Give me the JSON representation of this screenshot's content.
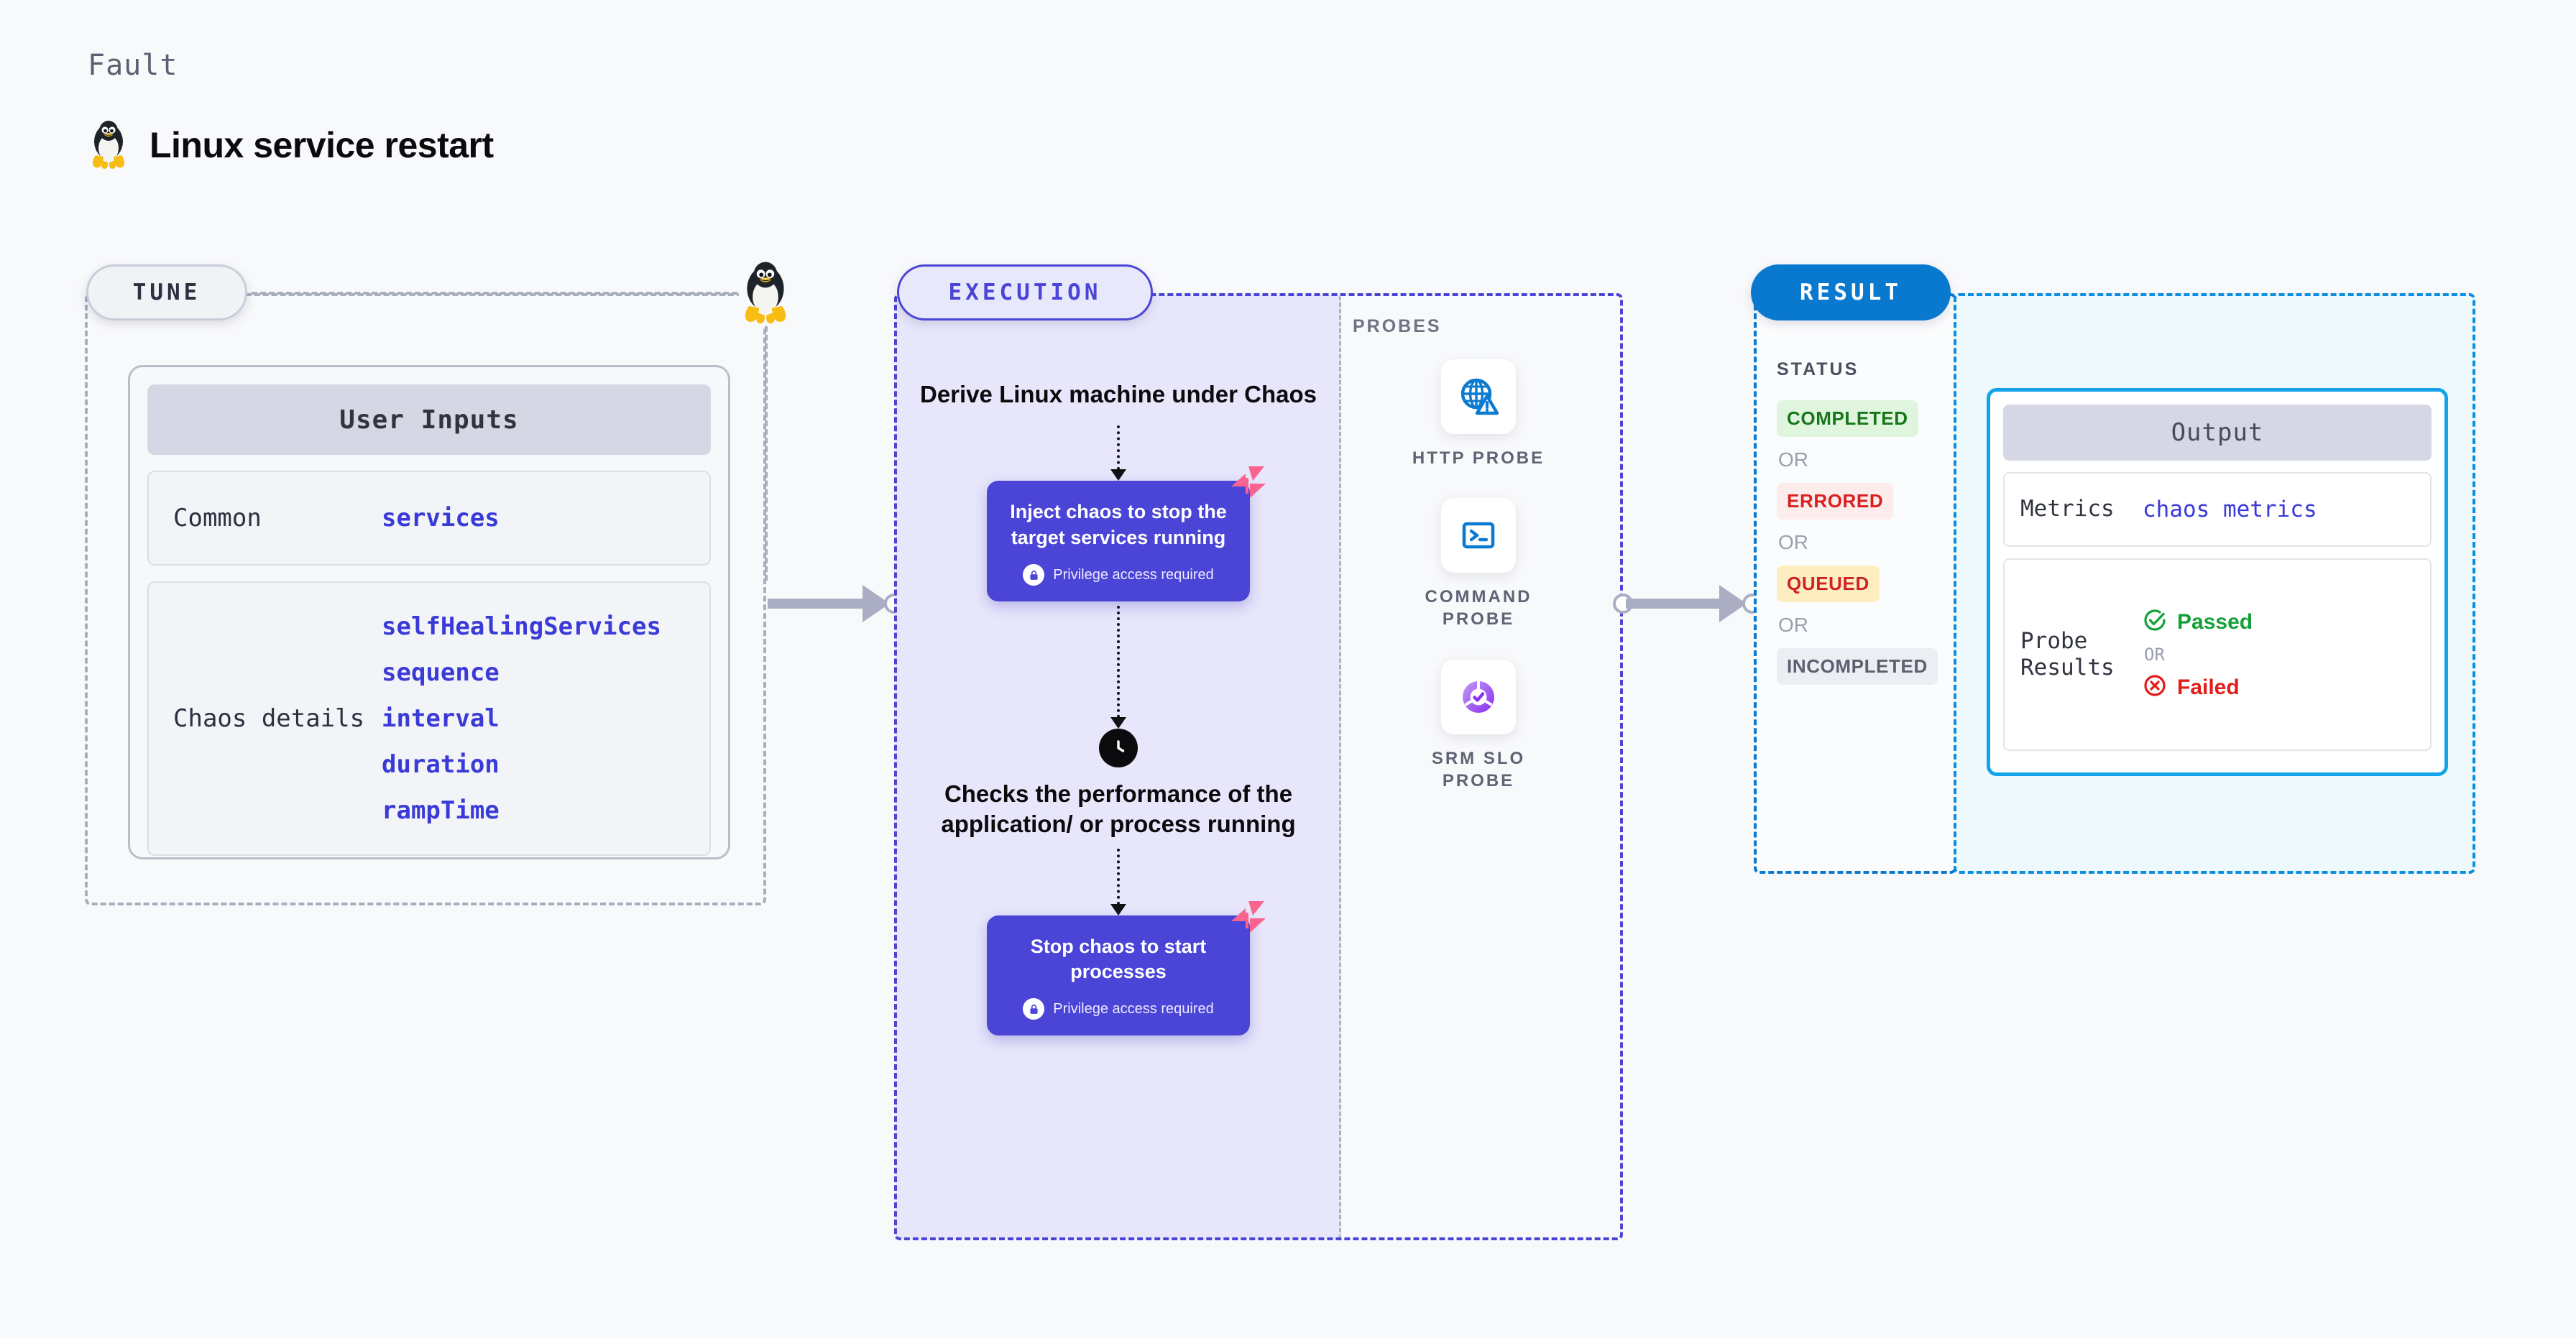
{
  "header": {
    "kicker": "Fault",
    "title": "Linux service restart",
    "icon": "linux-penguin-icon"
  },
  "sections": {
    "tune": {
      "chip_label": "TUNE"
    },
    "execution": {
      "chip_label": "EXECUTION"
    },
    "probes": {
      "label": "PROBES"
    },
    "result": {
      "chip_label": "RESULT"
    }
  },
  "user_inputs": {
    "title": "User Inputs",
    "rows": [
      {
        "label": "Common",
        "values": [
          "services"
        ]
      },
      {
        "label": "Chaos details",
        "values": [
          "selfHealingServices",
          "sequence",
          "interval",
          "duration",
          "rampTime"
        ]
      }
    ]
  },
  "execution": {
    "heading": "Derive Linux machine under Chaos",
    "step_inject": {
      "title": "Inject chaos to stop the target services running",
      "privilege": "Privilege access required",
      "privilege_icon": "lock-icon",
      "badge_icon": "harness-mark-icon"
    },
    "check_step": {
      "icon": "clock-icon",
      "text": "Checks the performance of the application/ or process running"
    },
    "step_stop": {
      "title": "Stop chaos to start processes",
      "privilege": "Privilege access required",
      "privilege_icon": "lock-icon",
      "badge_icon": "harness-mark-icon"
    }
  },
  "probes": [
    {
      "name": "HTTP PROBE",
      "icon": "globe-warning-icon"
    },
    {
      "name": "COMMAND PROBE",
      "icon": "terminal-icon"
    },
    {
      "name": "SRM SLO PROBE",
      "icon": "srm-slo-icon"
    }
  ],
  "result": {
    "status_title": "STATUS",
    "or_label": "OR",
    "statuses": [
      {
        "label": "COMPLETED",
        "class": "s-completed"
      },
      {
        "label": "ERRORED",
        "class": "s-errored"
      },
      {
        "label": "QUEUED",
        "class": "s-queued"
      },
      {
        "label": "INCOMPLETED",
        "class": "s-incomplete"
      }
    ]
  },
  "output": {
    "title": "Output",
    "metrics_label": "Metrics",
    "metrics_value": "chaos metrics",
    "probe_results_label": "Probe Results",
    "passed_label": "Passed",
    "failed_label": "Failed",
    "or_label": "OR",
    "passed_icon": "check-circle-icon",
    "failed_icon": "x-circle-icon"
  },
  "colors": {
    "accent_purple": "#4a45d6",
    "accent_blue": "#0979d0",
    "accent_cyan": "#13a3e8",
    "value_blue": "#3a3ad8",
    "pink_badge": "#f9648f",
    "pass_green": "#15a03a",
    "fail_red": "#e21b1b"
  }
}
